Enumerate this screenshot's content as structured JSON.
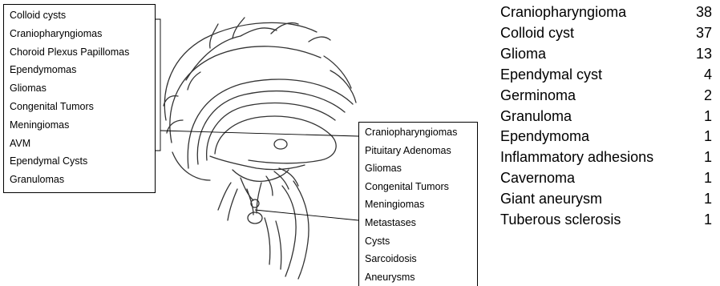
{
  "left_box": {
    "items": [
      "Colloid cysts",
      "Craniopharyngiomas",
      "Choroid Plexus Papillomas",
      "Ependymomas",
      "Gliomas",
      "Congenital Tumors",
      "Meningiomas",
      "AVM",
      "Ependymal Cysts",
      "Granulomas"
    ]
  },
  "right_box": {
    "items": [
      "Craniopharyngiomas",
      "Pituitary Adenomas",
      "Gliomas",
      "Congenital Tumors",
      "Meningiomas",
      "Metastases",
      "Cysts",
      "Sarcoidosis",
      "Aneurysms"
    ]
  },
  "stats_table": {
    "rows": [
      {
        "label": "Craniopharyngioma",
        "count": "38"
      },
      {
        "label": "Colloid cyst",
        "count": "37"
      },
      {
        "label": "Glioma",
        "count": "13"
      },
      {
        "label": "Ependymal cyst",
        "count": "4"
      },
      {
        "label": "Germinoma",
        "count": "2"
      },
      {
        "label": "Granuloma",
        "count": "1"
      },
      {
        "label": "Ependymoma",
        "count": "1"
      },
      {
        "label": "Inflammatory adhesions",
        "count": "1"
      },
      {
        "label": "Cavernoma",
        "count": "1"
      },
      {
        "label": "Giant aneurysm",
        "count": "1"
      },
      {
        "label": "Tuberous sclerosis",
        "count": "1"
      }
    ]
  }
}
